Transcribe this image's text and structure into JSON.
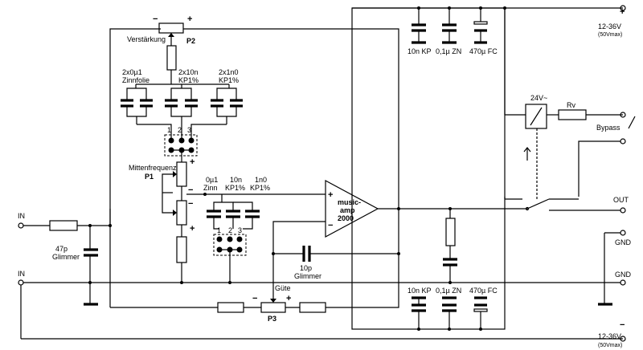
{
  "labels": {
    "verstaerkung": "Verstärkung",
    "p2": "P2",
    "cap_zinnfolie_val": "2x0µ1",
    "cap_zinnfolie_type": "Zinnfolie",
    "cap_10n_val": "2x10n",
    "cap_10n_type": "KP1%",
    "cap_1n0_val": "2x1n0",
    "cap_1n0_type": "KP1%",
    "sel_top_1": "1",
    "sel_top_2": "2",
    "sel_top_3": "3",
    "mittenfrequenz": "Mittenfrequenz",
    "p1": "P1",
    "c_0u1_val": "0µ1",
    "c_0u1_type": "Zinn",
    "c_10n_val": "10n",
    "c_10n_type": "KP1%",
    "c_1n0_val": "1n0",
    "c_1n0_type": "KP1%",
    "sel_bot_1": "1",
    "sel_bot_2": "2",
    "sel_bot_3": "3",
    "amp_line1": "music-",
    "amp_line2": "amp",
    "amp_line3": "2000",
    "cap_10p_val": "10p",
    "cap_10p_type": "Glimmer",
    "guete": "Güte",
    "p3": "P3",
    "in_top": "IN",
    "in_bottom": "IN",
    "cap_47p_val": "47p",
    "cap_47p_type": "Glimmer",
    "dec_top_1": "10n KP",
    "dec_top_2": "0,1µ ZN",
    "dec_top_3": "470µ FC",
    "dec_bot_1": "10n KP",
    "dec_bot_2": "0,1µ ZN",
    "dec_bot_3": "470µ FC",
    "supply_pos": "12-36V",
    "supply_pos_max": "(50Vmax)",
    "supply_neg": "12-36V",
    "supply_neg_max": "(50Vmax)",
    "relay": "24V~",
    "rv": "Rv",
    "bypass": "Bypass",
    "out": "OUT",
    "gnd1": "GND",
    "gnd2": "GND",
    "plus": "+",
    "minus": "−"
  }
}
